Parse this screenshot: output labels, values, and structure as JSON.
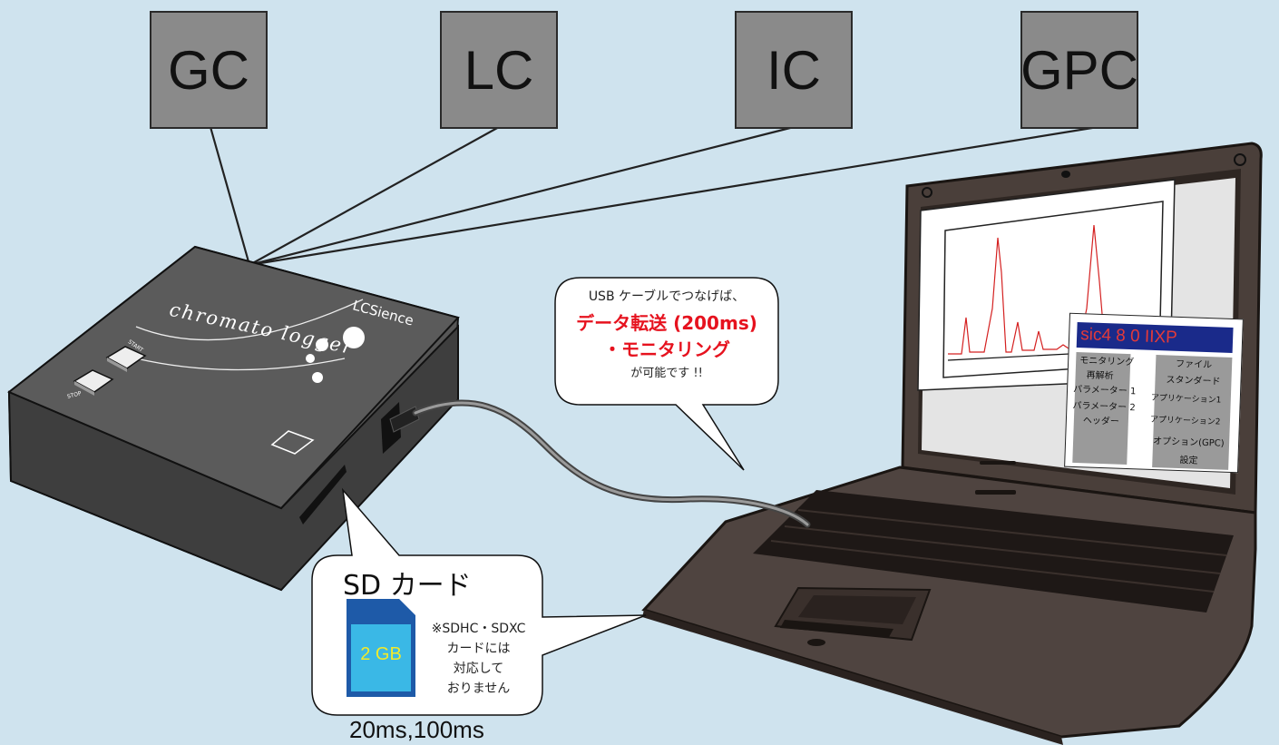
{
  "instruments": [
    "GC",
    "LC",
    "IC",
    "GPC"
  ],
  "device": {
    "logo": "chromato logger",
    "brand": "LCSience",
    "start_label": "START",
    "stop_label": "STOP"
  },
  "usb_bubble": {
    "line1": "USB ケーブルでつなげば、",
    "line2": "データ転送 (200ms)",
    "line3": "・モニタリング",
    "line4": "が可能です !!"
  },
  "sd_bubble": {
    "title": "SD カード",
    "card_capacity": "2 GB",
    "note_line1": "※SDHC・SDXC",
    "note_line2": "カードには",
    "note_line3": "対応して",
    "note_line4": "おりません"
  },
  "interval_caption": "20ms,100ms",
  "app_window": {
    "title": "sic4 8 0 IIXP",
    "left_menu": [
      "モニタリング",
      "再解析",
      "パラメーター 1",
      "パラメーター 2",
      "ヘッダー"
    ],
    "right_menu": [
      "ファイル",
      "スタンダード",
      "アプリケーション1",
      "アプリケーション2",
      "オプション(GPC)",
      "設定"
    ]
  },
  "colors": {
    "background": "#cfe3ee",
    "instrument_box": "#8a8a8a",
    "device_body": "#5a5a5a",
    "accent_red": "#e6121e",
    "app_title_bg": "#1a2a8a",
    "app_title_text": "#e23a3a",
    "sd_card_blue": "#1e5aa8",
    "sd_label_cyan": "#3ab8e6",
    "sd_capacity_yellow": "#f2ea2a"
  }
}
